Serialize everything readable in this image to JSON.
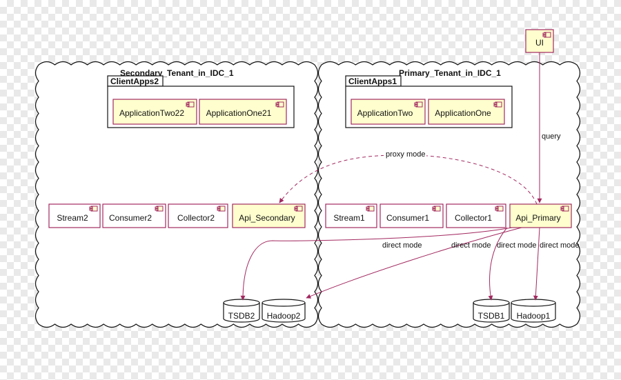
{
  "tenants": {
    "secondary": "Secondary_Tenant_in_IDC_1",
    "primary": "Primary_Tenant_in_IDC_1"
  },
  "packages": {
    "secondary": "ClientApps2",
    "primary": "ClientApps1"
  },
  "components": {
    "ui": "UI",
    "app_two_22": "ApplicationTwo22",
    "app_one_21": "ApplicationOne21",
    "app_two": "ApplicationTwo",
    "app_one": "ApplicationOne",
    "stream2": "Stream2",
    "consumer2": "Consumer2",
    "collector2": "Collector2",
    "api_secondary": "Api_Secondary",
    "stream1": "Stream1",
    "consumer1": "Consumer1",
    "collector1": "Collector1",
    "api_primary": "Api_Primary"
  },
  "databases": {
    "tsdb2": "TSDB2",
    "hadoop2": "Hadoop2",
    "tsdb1": "TSDB1",
    "hadoop1": "Hadoop1"
  },
  "edges": {
    "query": "query",
    "proxy": "proxy mode",
    "direct_1": "direct mode",
    "direct_2": "direct mode",
    "direct_3": "direct mode",
    "direct_4": "direct mode"
  },
  "colors": {
    "component_border": "#a2285f",
    "component_fill": "#fefece",
    "arrow": "#a2285f"
  }
}
